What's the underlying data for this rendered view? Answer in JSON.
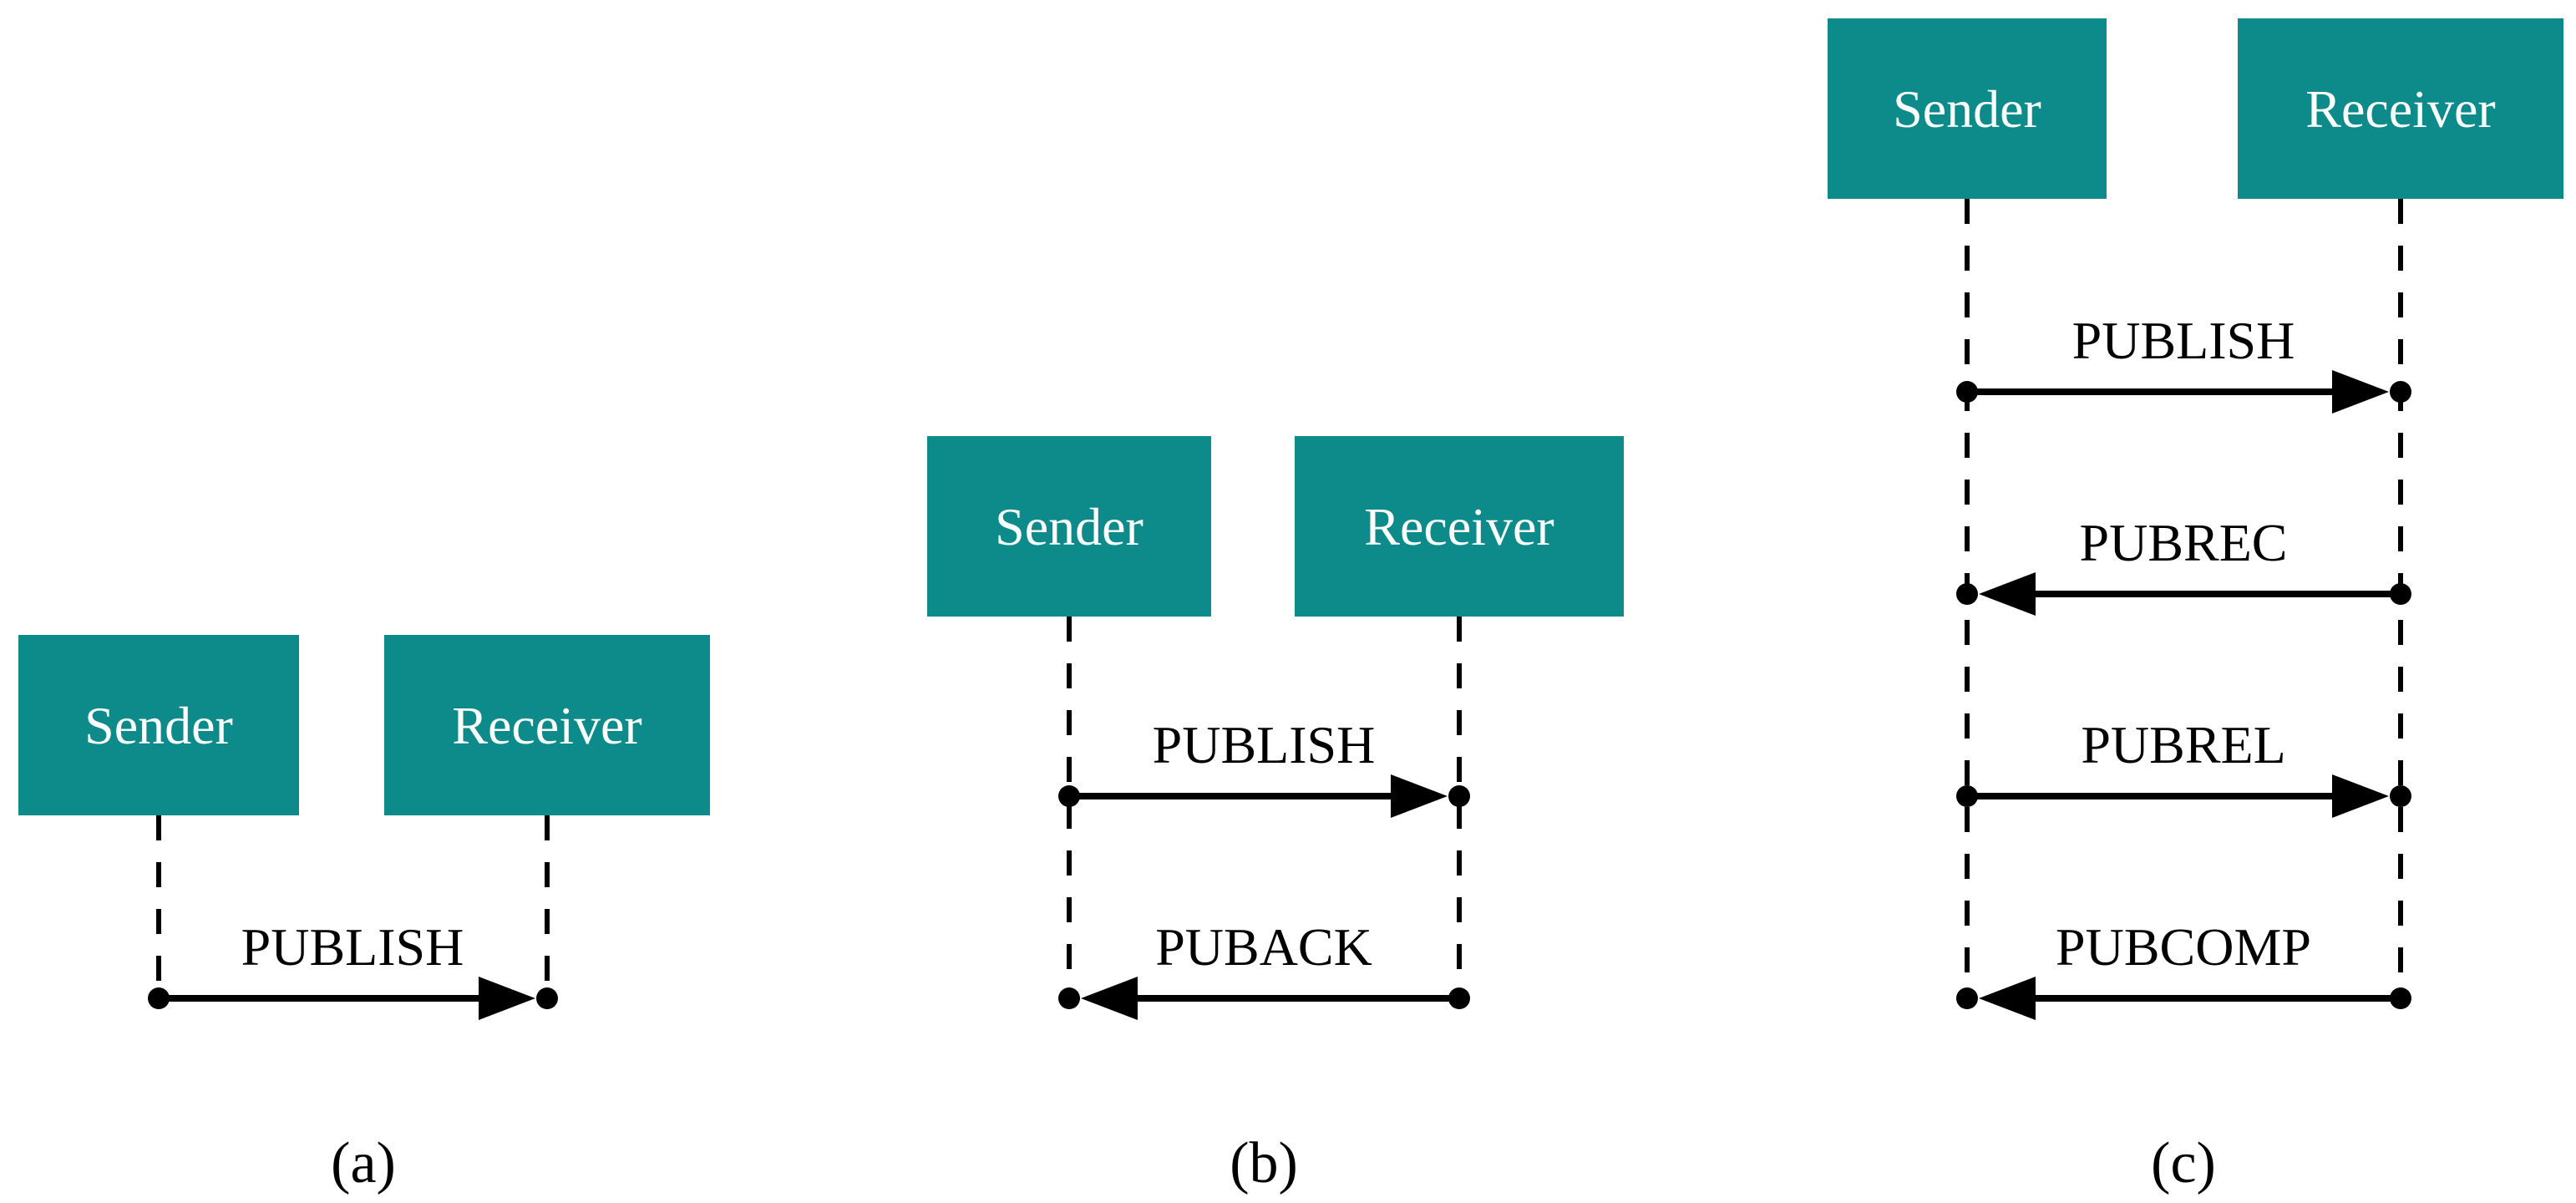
{
  "figure": {
    "background_color": "#ffffff",
    "box_fill_color": "#0d8a8a",
    "box_text_color": "#ffffff",
    "line_color": "#000000",
    "text_color": "#000000"
  },
  "diagrams": [
    {
      "caption": "(a)",
      "actors": {
        "sender": "Sender",
        "receiver": "Receiver"
      },
      "messages": [
        {
          "label": "PUBLISH",
          "direction": "right",
          "from": "Sender",
          "to": "Receiver"
        }
      ]
    },
    {
      "caption": "(b)",
      "actors": {
        "sender": "Sender",
        "receiver": "Receiver"
      },
      "messages": [
        {
          "label": "PUBLISH",
          "direction": "right",
          "from": "Sender",
          "to": "Receiver"
        },
        {
          "label": "PUBACK",
          "direction": "left",
          "from": "Receiver",
          "to": "Sender"
        }
      ]
    },
    {
      "caption": "(c)",
      "actors": {
        "sender": "Sender",
        "receiver": "Receiver"
      },
      "messages": [
        {
          "label": "PUBLISH",
          "direction": "right",
          "from": "Sender",
          "to": "Receiver"
        },
        {
          "label": "PUBREC",
          "direction": "left",
          "from": "Receiver",
          "to": "Sender"
        },
        {
          "label": "PUBREL",
          "direction": "right",
          "from": "Sender",
          "to": "Receiver"
        },
        {
          "label": "PUBCOMP",
          "direction": "left",
          "from": "Receiver",
          "to": "Sender"
        }
      ]
    }
  ]
}
